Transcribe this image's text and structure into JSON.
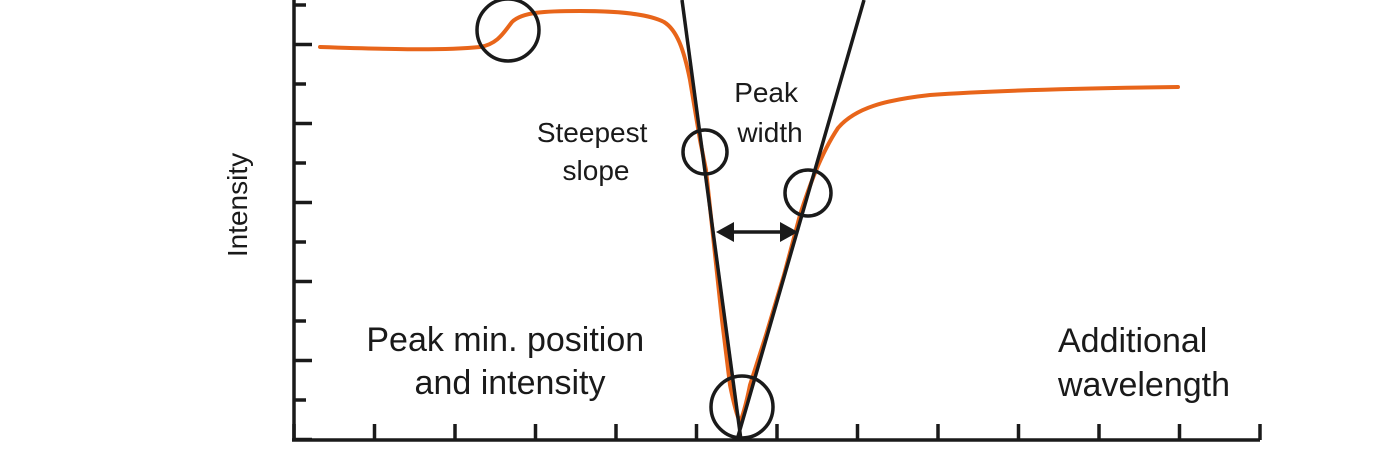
{
  "figure": {
    "y_axis_label": "Intensity",
    "annotations": {
      "steepest_slope": [
        "Steepest",
        "slope"
      ],
      "peak_width": [
        "Peak",
        "width"
      ],
      "peak_min": [
        "Peak min. position",
        "and intensity"
      ],
      "additional_wavelength": [
        "Additional",
        "wavelength"
      ]
    },
    "colors": {
      "curve": "#e8651a",
      "lines": "#1a1a1a",
      "background": "#ffffff"
    }
  }
}
